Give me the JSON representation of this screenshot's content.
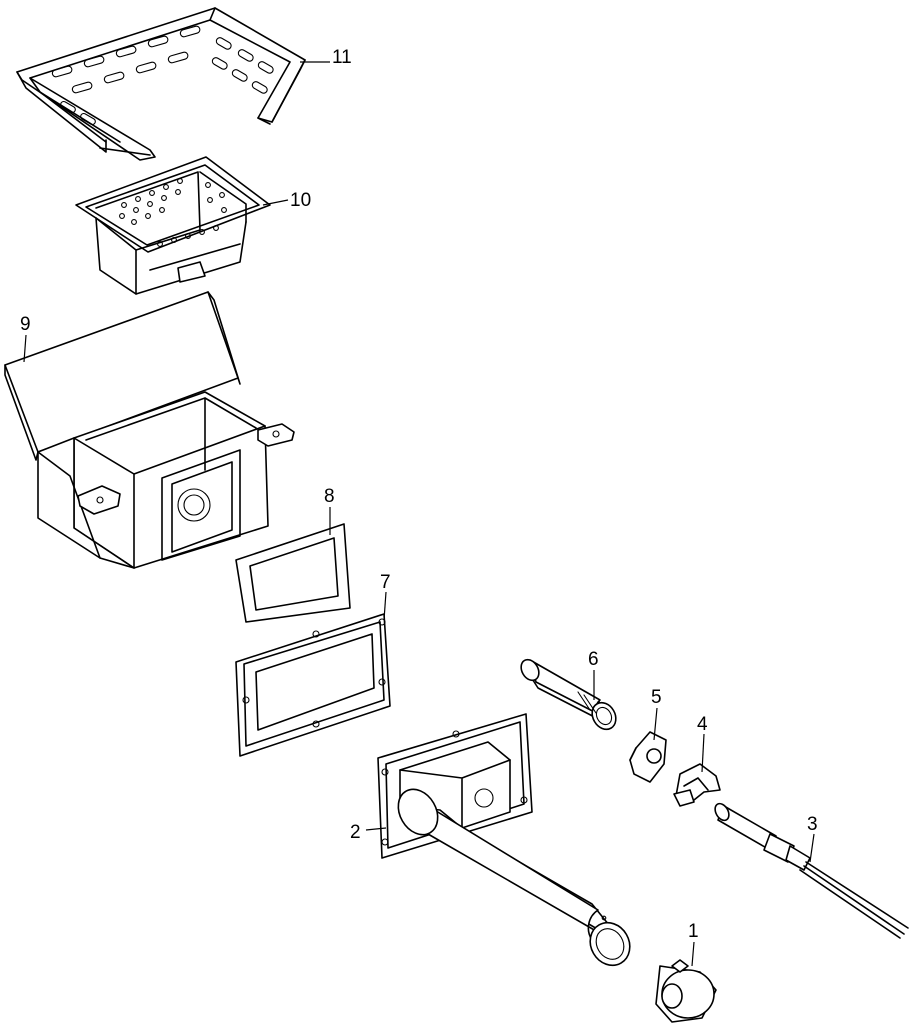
{
  "callouts": [
    {
      "id": "11",
      "text": "11"
    },
    {
      "id": "10",
      "text": "10"
    },
    {
      "id": "9",
      "text": "9"
    },
    {
      "id": "8",
      "text": "8"
    },
    {
      "id": "7",
      "text": "7"
    },
    {
      "id": "6",
      "text": "6"
    },
    {
      "id": "5",
      "text": "5"
    },
    {
      "id": "4",
      "text": "4"
    },
    {
      "id": "3",
      "text": "3"
    },
    {
      "id": "2",
      "text": "2"
    },
    {
      "id": "1",
      "text": "1"
    }
  ]
}
